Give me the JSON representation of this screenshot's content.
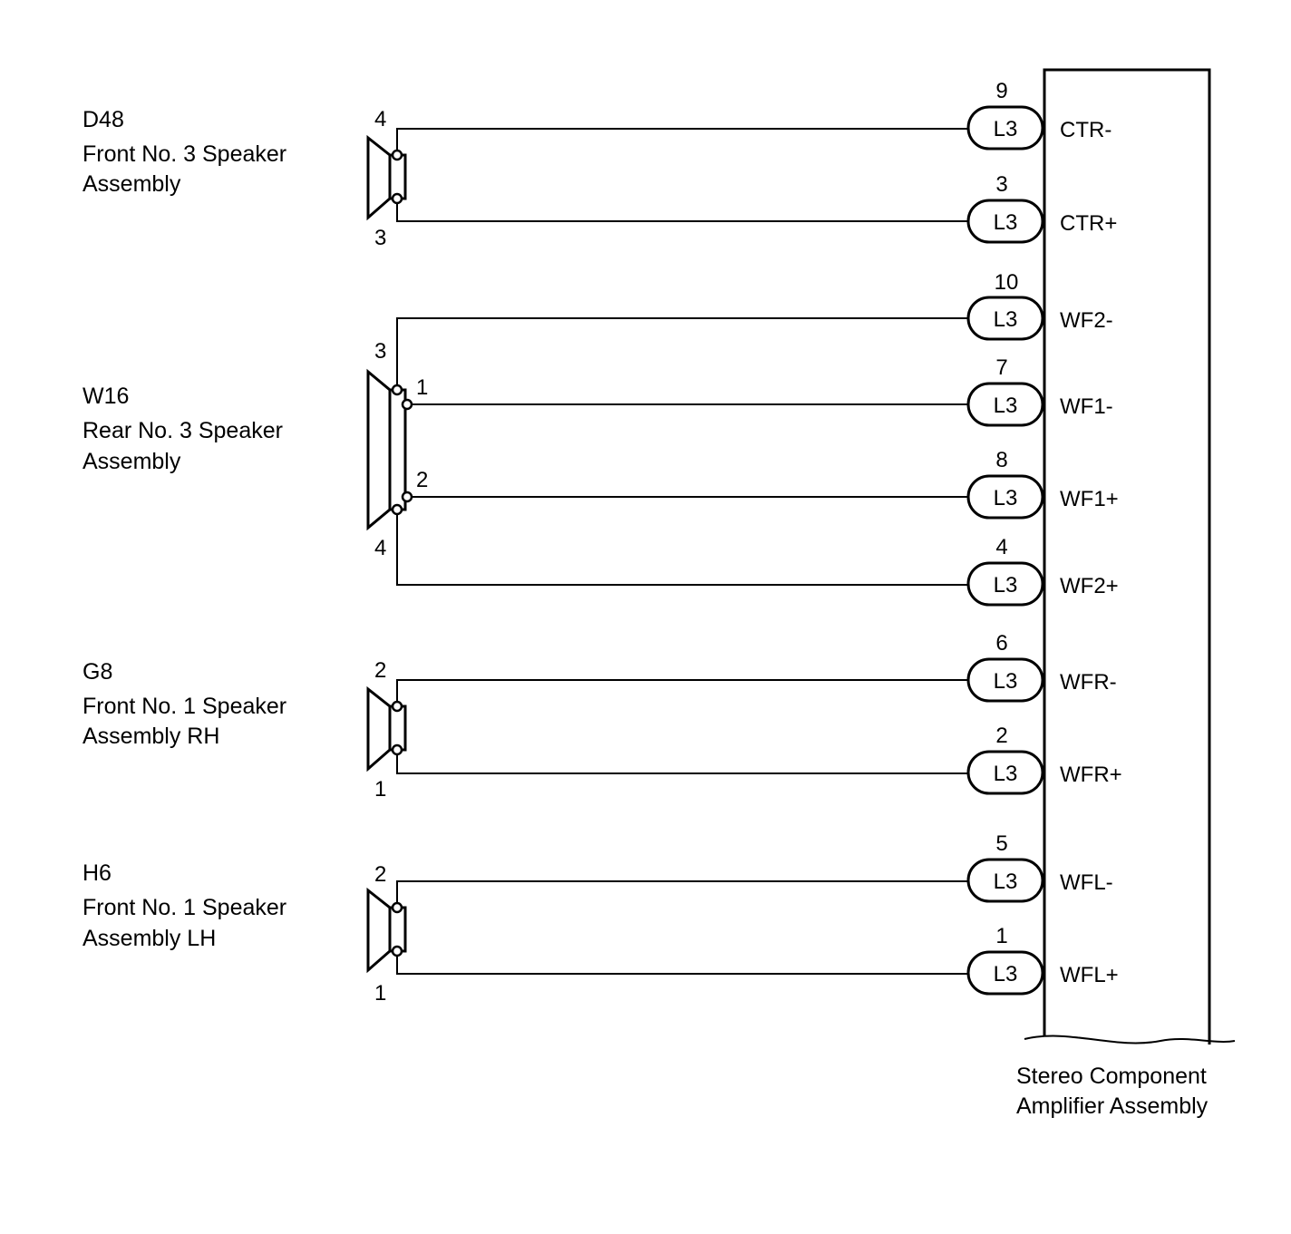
{
  "components": [
    {
      "code": "D48",
      "name_line1": "Front No. 3 Speaker",
      "name_line2": "Assembly"
    },
    {
      "code": "W16",
      "name_line1": "Rear No. 3 Speaker",
      "name_line2": "Assembly"
    },
    {
      "code": "G8",
      "name_line1": "Front No. 1 Speaker",
      "name_line2": "Assembly RH"
    },
    {
      "code": "H6",
      "name_line1": "Front No. 1 Speaker",
      "name_line2": "Assembly LH"
    }
  ],
  "speaker_pins": {
    "d48": [
      "4",
      "3"
    ],
    "w16": [
      "3",
      "1",
      "2",
      "4"
    ],
    "g8": [
      "2",
      "1"
    ],
    "h6": [
      "2",
      "1"
    ]
  },
  "amplifier": {
    "name_line1": "Stereo Component",
    "name_line2": "Amplifier Assembly",
    "connector": "L3",
    "terminals": [
      {
        "pin": "9",
        "signal": "CTR-"
      },
      {
        "pin": "3",
        "signal": "CTR+"
      },
      {
        "pin": "10",
        "signal": "WF2-"
      },
      {
        "pin": "7",
        "signal": "WF1-"
      },
      {
        "pin": "8",
        "signal": "WF1+"
      },
      {
        "pin": "4",
        "signal": "WF2+"
      },
      {
        "pin": "6",
        "signal": "WFR-"
      },
      {
        "pin": "2",
        "signal": "WFR+"
      },
      {
        "pin": "5",
        "signal": "WFL-"
      },
      {
        "pin": "1",
        "signal": "WFL+"
      }
    ]
  }
}
